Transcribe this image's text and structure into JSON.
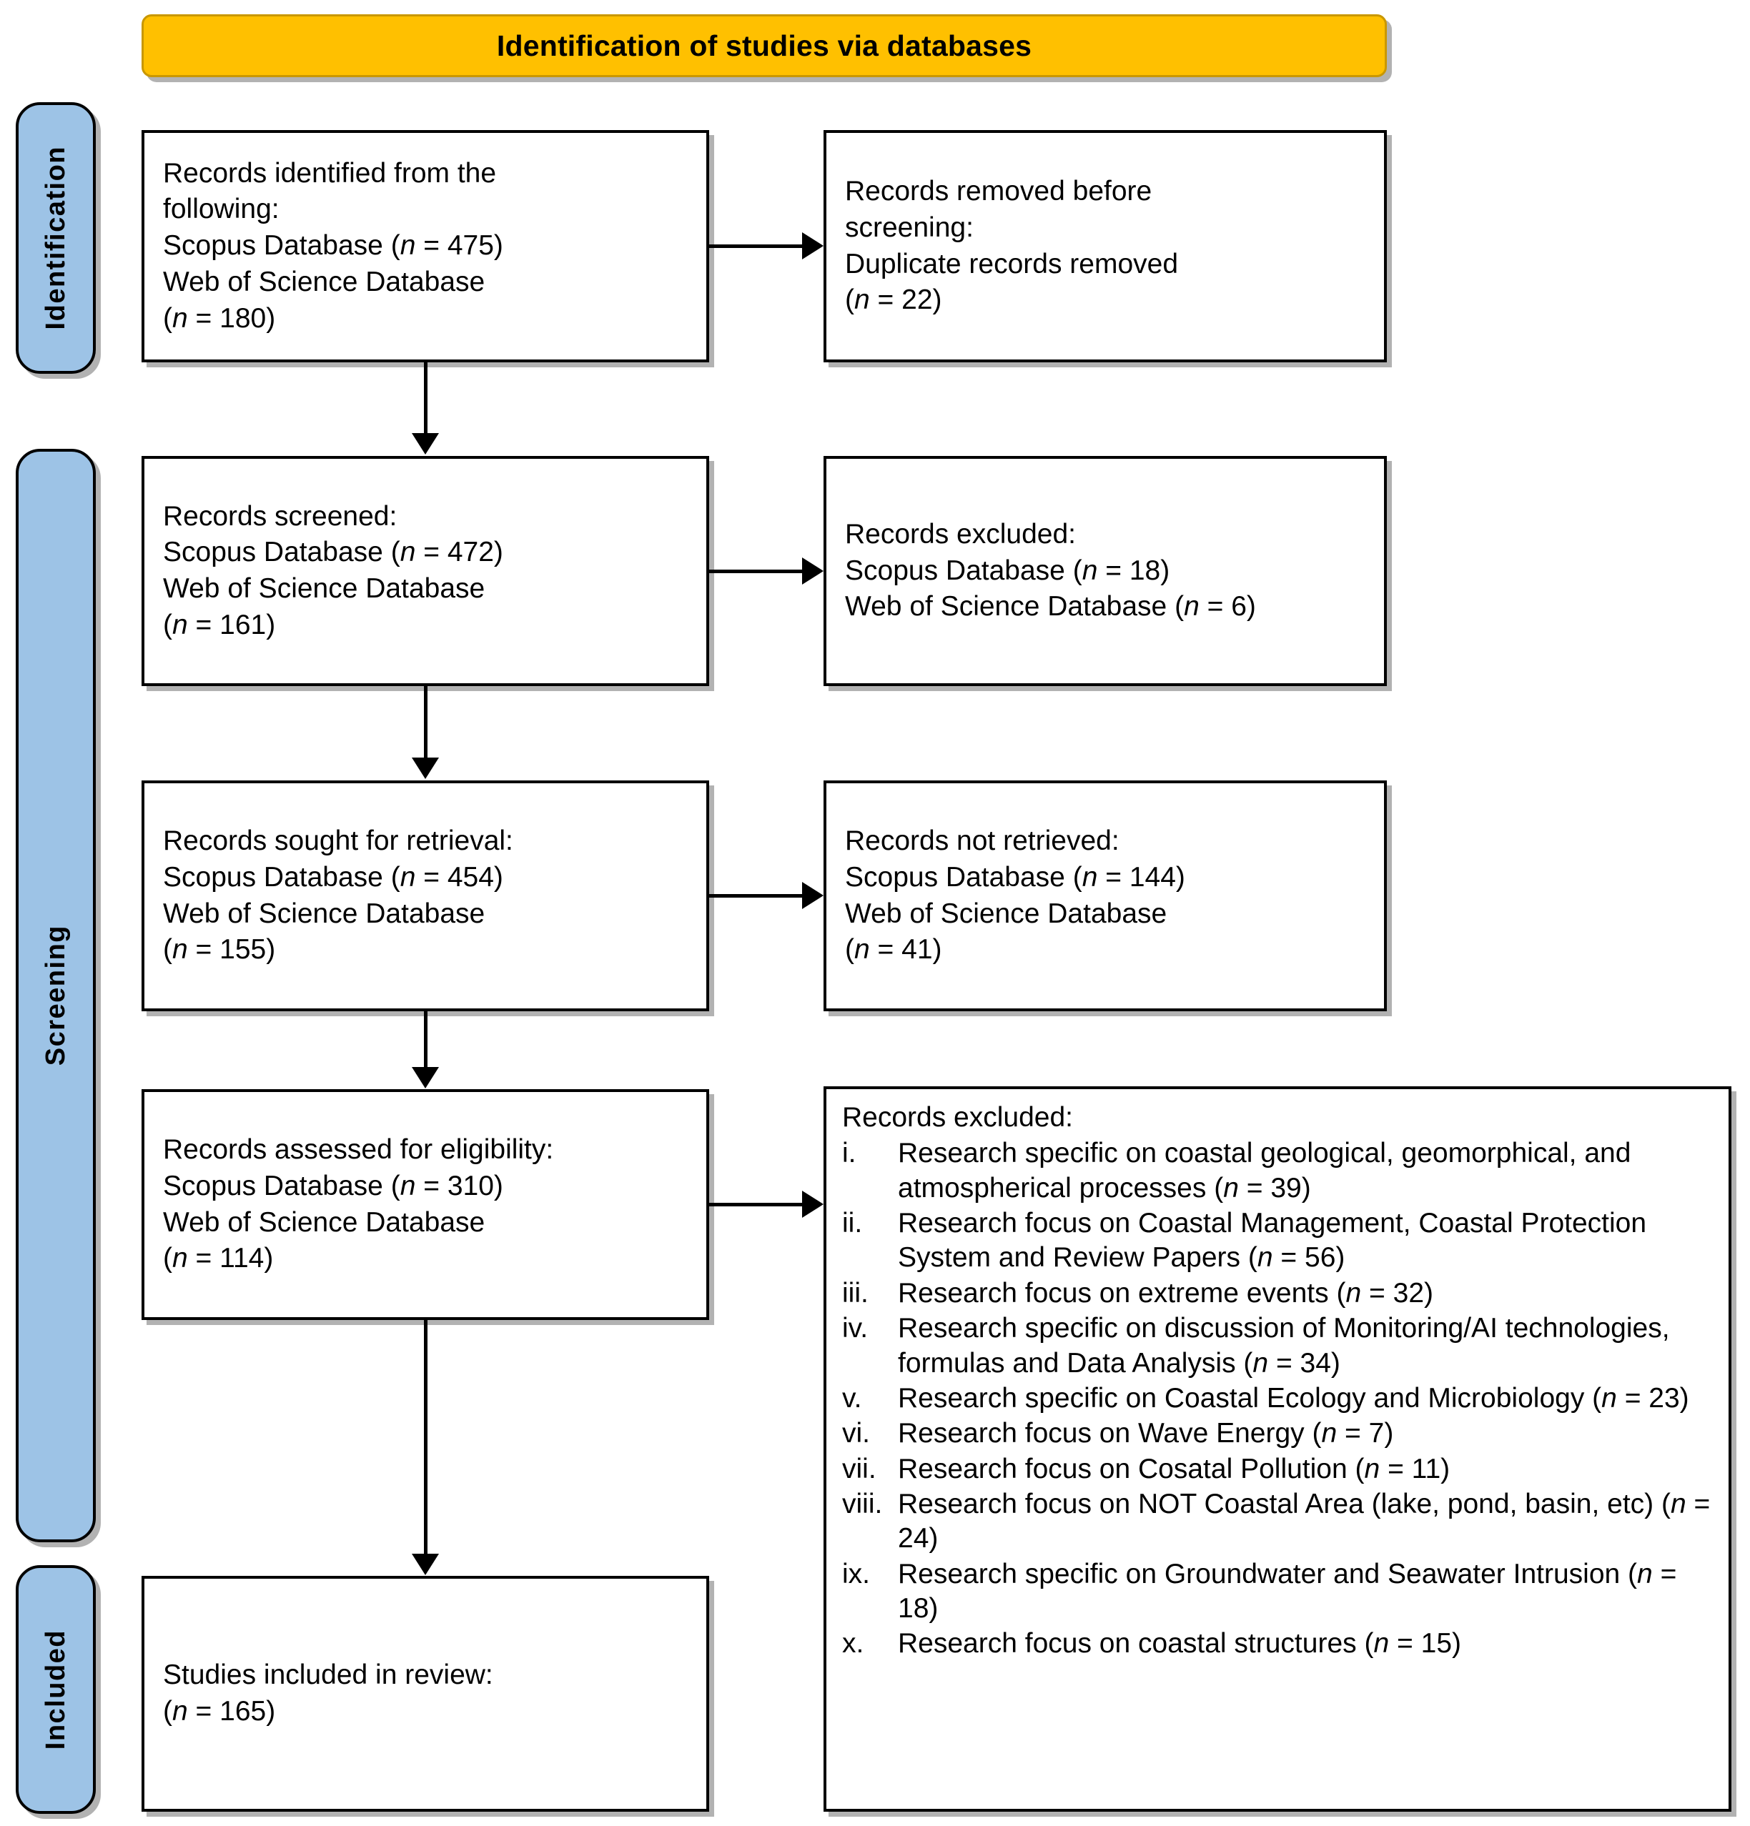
{
  "banner": {
    "title": "Identification of studies via databases"
  },
  "stages": [
    {
      "key": "identification",
      "label": "Identification"
    },
    {
      "key": "screening",
      "label": "Screening"
    },
    {
      "key": "included",
      "label": "Included"
    }
  ],
  "boxes": {
    "identified": {
      "lines": [
        "Records identified from the",
        "following:",
        "Scopus Database (n = 475)",
        "Web of Science Database",
        "(n = 180)"
      ]
    },
    "removed": {
      "lines": [
        "Records removed before",
        "screening:",
        "Duplicate records removed",
        "(n = 22)"
      ]
    },
    "screened": {
      "lines": [
        "Records screened:",
        "Scopus Database (n = 472)",
        "Web of Science Database",
        "(n = 161)"
      ]
    },
    "excluded_screening": {
      "lines": [
        "Records excluded:",
        "Scopus Database (n = 18)",
        "Web of Science Database (n = 6)"
      ]
    },
    "sought": {
      "lines": [
        "Records sought for retrieval:",
        "Scopus Database (n = 454)",
        "Web of Science Database",
        "(n = 155)"
      ]
    },
    "not_retrieved": {
      "lines": [
        "Records not retrieved:",
        "Scopus Database (n = 144)",
        "Web of Science Database",
        "(n = 41)"
      ]
    },
    "assessed": {
      "lines": [
        "Records assessed for eligibility:",
        "Scopus Database (n = 310)",
        "Web of Science Database",
        "(n = 114)"
      ]
    },
    "excluded_eligibility": {
      "heading": "Records excluded:",
      "items": [
        {
          "marker": "i.",
          "text": "Research specific on coastal geological, geomorphical, and atmospherical processes (n = 39)"
        },
        {
          "marker": "ii.",
          "text": "Research focus on Coastal Management, Coastal Protection System and Review Papers (n = 56)"
        },
        {
          "marker": "iii.",
          "text": "Research focus on extreme events (n = 32)"
        },
        {
          "marker": "iv.",
          "text": "Research specific on discussion of Monitoring/AI technologies, formulas and Data Analysis (n = 34)"
        },
        {
          "marker": "v.",
          "text": "Research specific on Coastal Ecology and Microbiology (n = 23)"
        },
        {
          "marker": "vi.",
          "text": "Research focus on Wave Energy (n = 7)"
        },
        {
          "marker": "vii.",
          "text": "Research focus on Cosatal Pollution (n = 11)"
        },
        {
          "marker": "viii.",
          "text": "Research focus on NOT Coastal Area (lake, pond, basin, etc) (n = 24)"
        },
        {
          "marker": "ix.",
          "text": "Research specific on Groundwater and Seawater Intrusion (n = 18)"
        },
        {
          "marker": "x.",
          "text": "Research focus on coastal structures (n = 15)"
        }
      ]
    },
    "included": {
      "lines": [
        "Studies included in review:",
        "(n = 165)"
      ]
    }
  },
  "chart_data": {
    "type": "table",
    "title": "Identification of studies via databases",
    "counts": {
      "scopus_identified": 475,
      "wos_identified": 180,
      "duplicates_removed": 22,
      "scopus_screened": 472,
      "wos_screened": 161,
      "scopus_excluded_screening": 18,
      "wos_excluded_screening": 6,
      "scopus_sought": 454,
      "wos_sought": 155,
      "scopus_not_retrieved": 144,
      "wos_not_retrieved": 41,
      "scopus_assessed": 310,
      "wos_assessed": 114,
      "studies_included": 165,
      "excluded_reasons": [
        39,
        56,
        32,
        34,
        23,
        7,
        11,
        24,
        18,
        15
      ]
    }
  },
  "colors": {
    "banner_fill": "#FFC000",
    "stage_fill": "#9DC3E6",
    "outline": "#000000",
    "box_fill": "#FFFFFF"
  }
}
